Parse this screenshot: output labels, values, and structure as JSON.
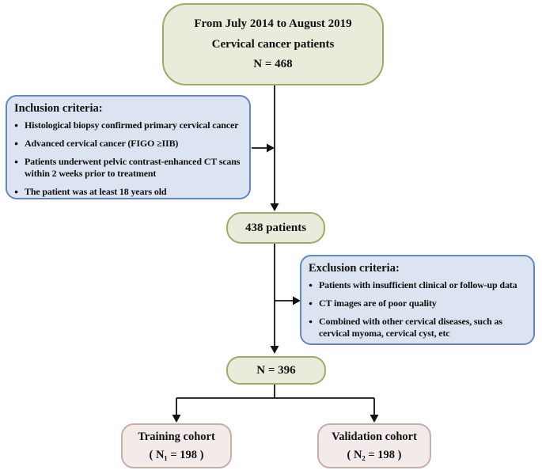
{
  "colors": {
    "background": "#ffffff",
    "green_fill": "#e9ecda",
    "green_border": "#9cab67",
    "blue_fill": "#dce3f1",
    "blue_border": "#6787c1",
    "pink_fill": "#f2ebea",
    "pink_border": "#c9adaa",
    "arrow": "#121212",
    "text": "#121212"
  },
  "start_box": {
    "lines": [
      "From July 2014 to August 2019",
      "Cervical cancer patients",
      "N = 468"
    ]
  },
  "inclusion": {
    "title": "Inclusion criteria:",
    "items": [
      "Histological biopsy confirmed primary cervical cancer",
      "Advanced cervical cancer (FIGO ≥IIB)",
      "Patients underwent pelvic contrast-enhanced CT scans within 2 weeks prior to treatment",
      "The patient was at least 18 years old"
    ]
  },
  "box_438": {
    "label": "438 patients"
  },
  "exclusion": {
    "title": "Exclusion criteria:",
    "items": [
      "Patients with insufficient clinical or follow-up data",
      "CT images are of poor quality",
      "Combined with other cervical diseases, such as cervical myoma, cervical cyst, etc"
    ]
  },
  "box_396": {
    "label": "N = 396"
  },
  "training": {
    "title": "Training cohort",
    "subtitle": "( N₁ = 198 )"
  },
  "validation": {
    "title": "Validation cohort",
    "subtitle": "( N₂ = 198 )"
  }
}
